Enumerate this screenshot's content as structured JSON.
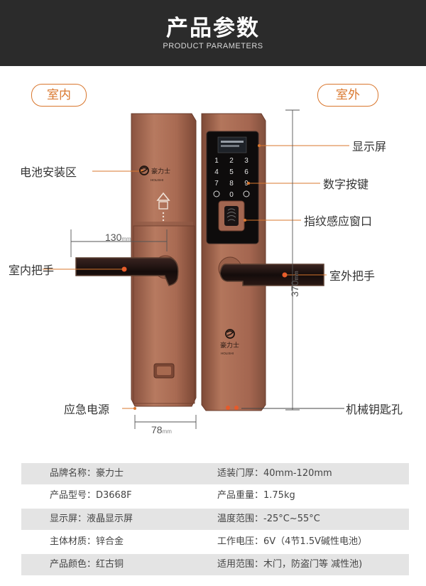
{
  "header": {
    "title": "产品参数",
    "subtitle": "PRODUCT PARAMETERS"
  },
  "tags": {
    "indoor": "室内",
    "outdoor": "室外"
  },
  "labels": {
    "battery": "电池安装区",
    "indoor_handle": "室内把手",
    "emergency": "应急电源",
    "display": "显示屏",
    "keypad": "数字按键",
    "fingerprint": "指纹感应窗口",
    "outdoor_handle": "室外把手",
    "keyhole": "机械钥匙孔"
  },
  "dimensions": {
    "handle_value": "130",
    "width_value": "78",
    "height_value": "370",
    "unit": "mm"
  },
  "brand": {
    "name_cn": "豪力士",
    "name_en": "HOLISHI"
  },
  "keypad_keys": [
    "1",
    "2",
    "3",
    "4",
    "5",
    "6",
    "7",
    "8",
    "9",
    "",
    "0",
    ""
  ],
  "specs": [
    {
      "left": "品牌名称：豪力士",
      "right": "适装门厚：40mm-120mm"
    },
    {
      "left": "产品型号：D3668F",
      "right": "产品重量：1.75kg"
    },
    {
      "left": "显示屏：液晶显示屏",
      "right": "温度范围：-25°C~55°C"
    },
    {
      "left": "主体材质：锌合金",
      "right": "工作电压：6V（4节1.5V碱性电池）"
    },
    {
      "left": "产品颜色：红古铜",
      "right": "适用范围：木门，防盗门等 减性池)"
    }
  ],
  "colors": {
    "accent": "#d9772e",
    "header_bg": "#2b2b2b",
    "bronze": "#a86a52",
    "row_shade": "#e4e4e4"
  }
}
